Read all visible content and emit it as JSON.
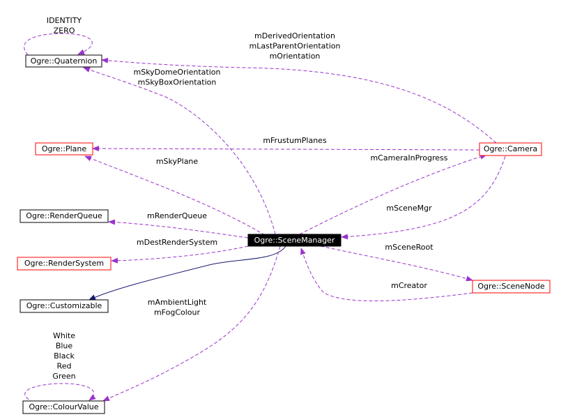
{
  "colors": {
    "usage_edge": "#9a32cd",
    "inherit_edge": "#191970",
    "undocumented_border": "#ff0000",
    "documented_border": "#000000",
    "focus_fill": "#000000",
    "focus_text": "#ffffff"
  },
  "nodes": {
    "quaternion": "Ogre::Quaternion",
    "plane": "Ogre::Plane",
    "render_queue": "Ogre::RenderQueue",
    "render_system": "Ogre::RenderSystem",
    "customizable": "Ogre::Customizable",
    "colour_value": "Ogre::ColourValue",
    "scene_manager": "Ogre::SceneManager",
    "camera": "Ogre::Camera",
    "scene_node": "Ogre::SceneNode"
  },
  "edge_labels": {
    "quaternion_self": [
      "IDENTITY",
      "ZERO"
    ],
    "camera_orientation": [
      "mDerivedOrientation",
      "mLastParentOrientation",
      "mOrientation"
    ],
    "sky_orientation": [
      "mSkyDomeOrientation",
      "mSkyBoxOrientation"
    ],
    "frustum_planes": [
      "mFrustumPlanes"
    ],
    "sky_plane": [
      "mSkyPlane"
    ],
    "camera_in_progress": [
      "mCameraInProgress"
    ],
    "render_queue": [
      "mRenderQueue"
    ],
    "dest_render_system": [
      "mDestRenderSystem"
    ],
    "scene_mgr": [
      "mSceneMgr"
    ],
    "scene_root": [
      "mSceneRoot"
    ],
    "creator": [
      "mCreator"
    ],
    "ambient_fog": [
      "mAmbientLight",
      "mFogColour"
    ],
    "colour_self": [
      "White",
      "Blue",
      "Black",
      "Red",
      "Green"
    ]
  }
}
